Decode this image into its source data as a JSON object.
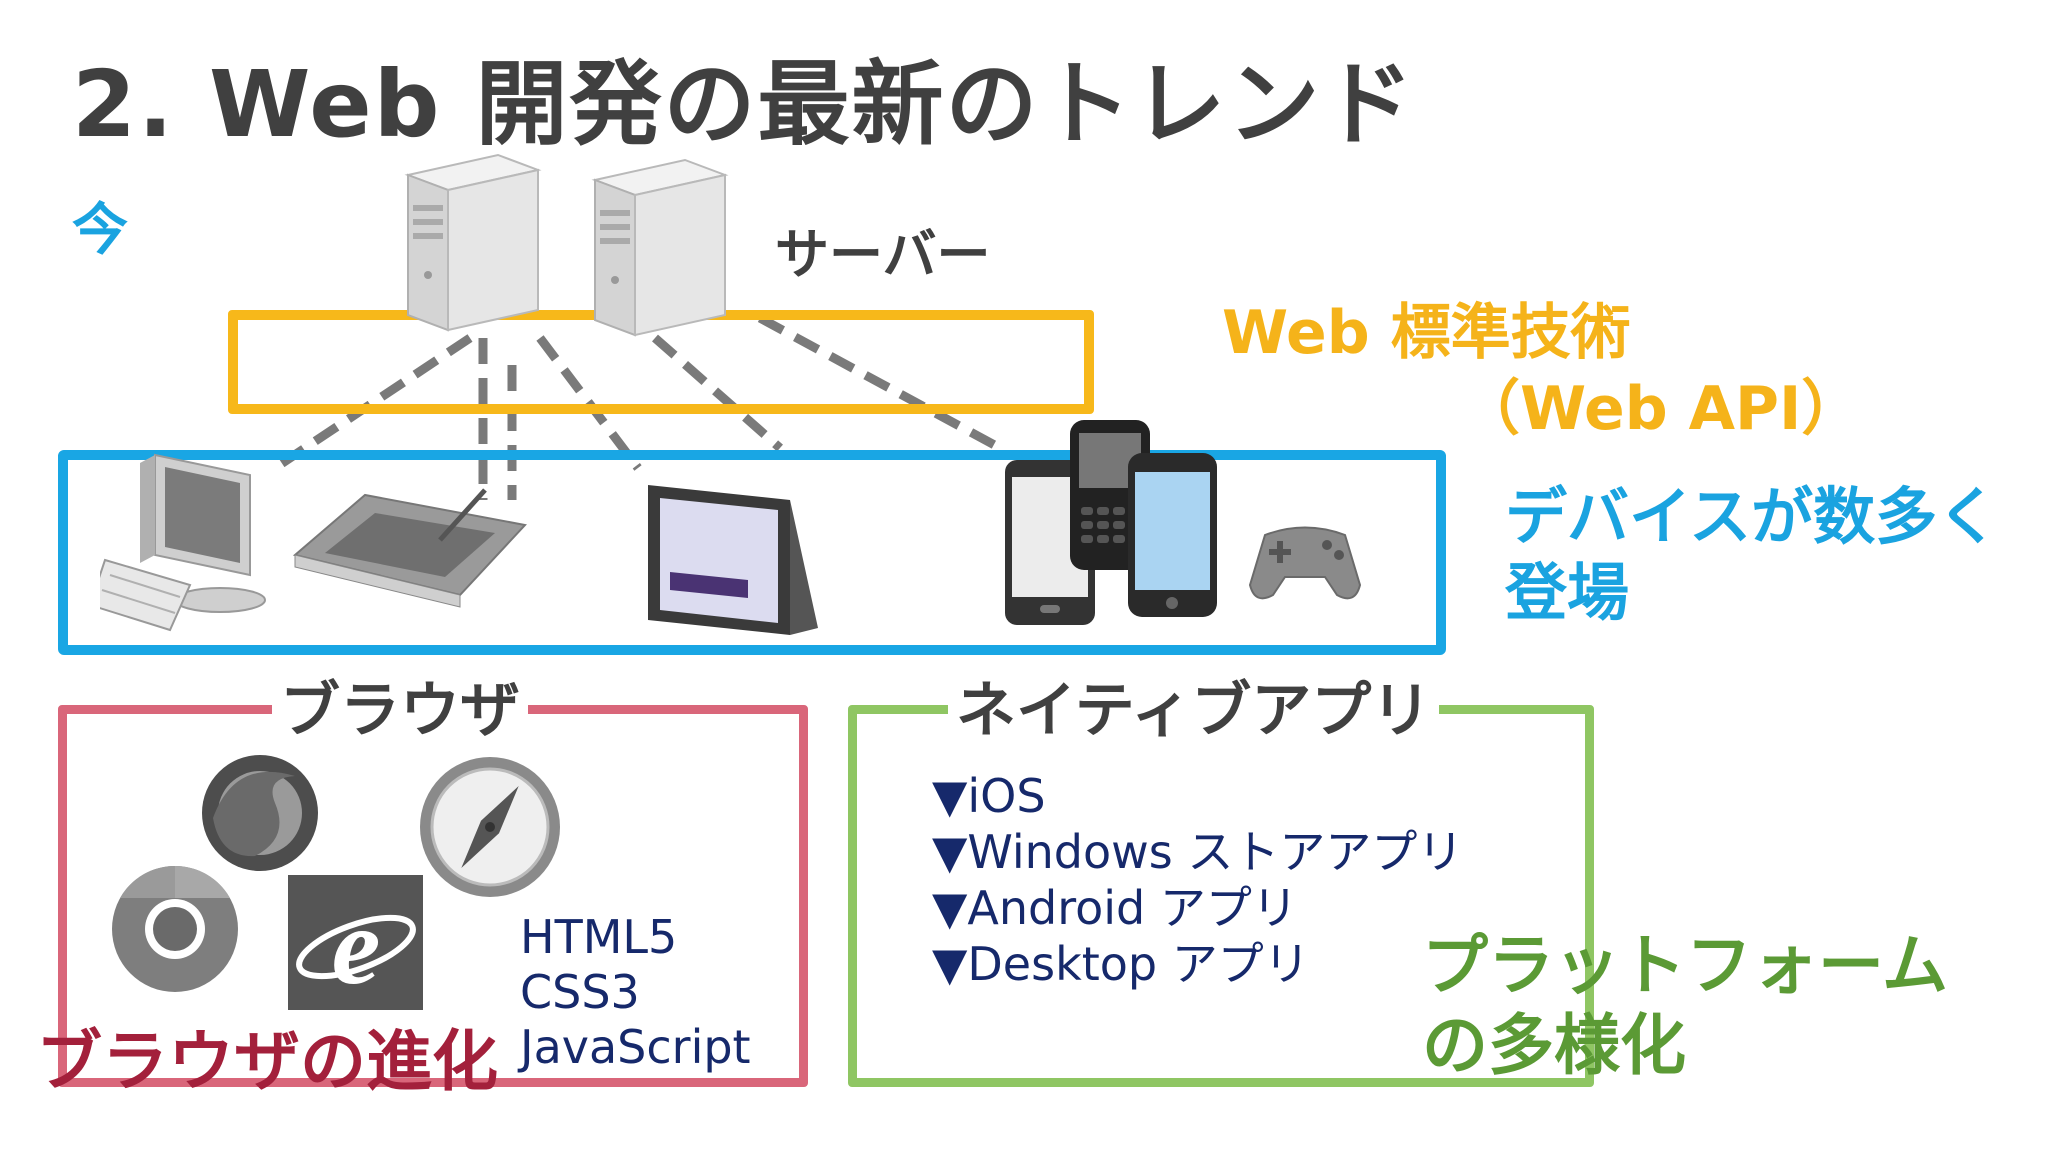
{
  "title": "2.  Web 開発の最新のトレンド",
  "now_label": "今",
  "server_label": "サーバー",
  "web_standard": {
    "line1": "Web 標準技術",
    "line2": "（Web API）"
  },
  "devices": {
    "line1": "デバイスが数多く",
    "line2": "登場"
  },
  "browser_section": {
    "title": "ブラウザ",
    "evolution": "ブラウザの進化",
    "techs": [
      "HTML5",
      "CSS3",
      "JavaScript"
    ]
  },
  "native_section": {
    "title": "ネイティブアプリ",
    "platforms": [
      "▼iOS",
      "▼Windows ストアアプリ",
      "▼Android アプリ",
      "▼Desktop アプリ"
    ],
    "diversify_line1": "プラットフォーム",
    "diversify_line2": "の多様化"
  },
  "icons": {
    "servers": [
      "server-icon",
      "server-icon"
    ],
    "devices": [
      "desktop-pc-icon",
      "pen-tablet-icon",
      "tablet-icon",
      "smartphone-icon",
      "feature-phone-icon",
      "smartphone-icon",
      "gamepad-icon"
    ],
    "browsers": [
      "firefox-icon",
      "safari-icon",
      "chrome-icon",
      "internet-explorer-icon"
    ]
  },
  "colors": {
    "title": "#404040",
    "now": "#1aa3e0",
    "web_standard": "#f7b81a",
    "devices": "#19a6e4",
    "browser_box": "#d9667a",
    "browser_evolution": "#a3203b",
    "native_box": "#8fc663",
    "diversify": "#5b9a35",
    "list_text": "#16296b"
  }
}
